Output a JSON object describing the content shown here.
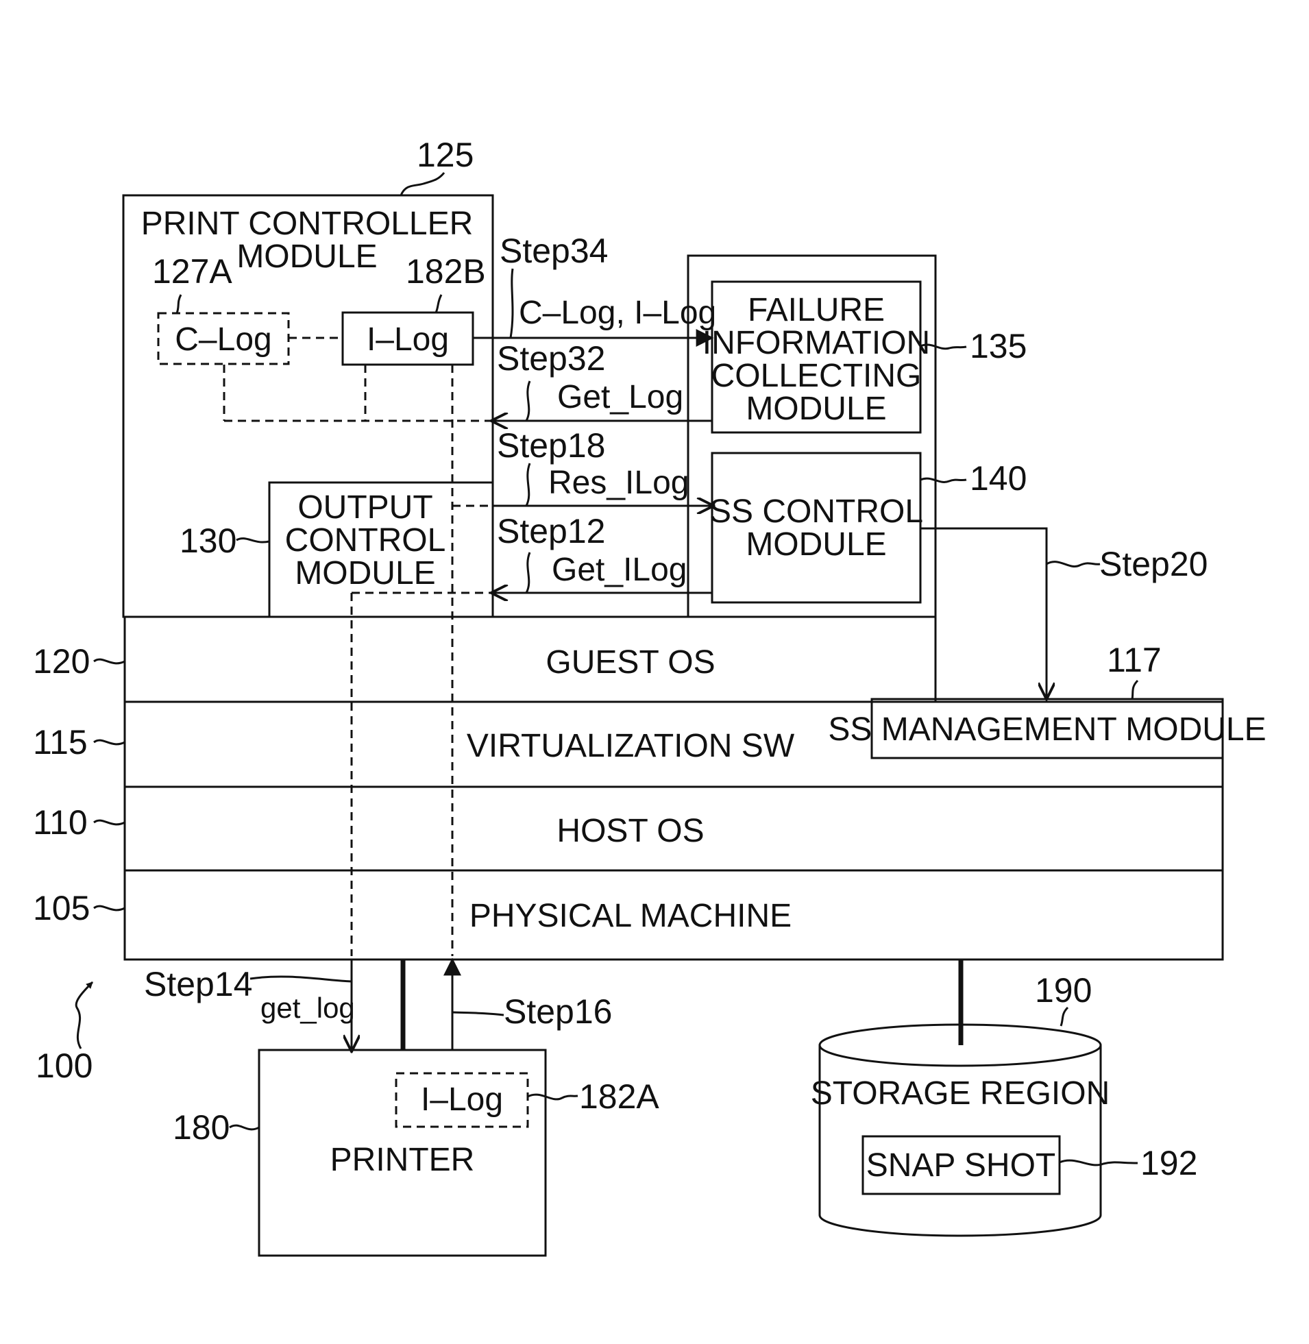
{
  "print_controller": {
    "ref": "125",
    "title_line1": "PRINT CONTROLLER",
    "title_line2": "MODULE",
    "clog_ref": "127A",
    "clog_label": "C–Log",
    "ilog_ref": "182B",
    "ilog_label": "I–Log"
  },
  "output_control": {
    "ref": "130",
    "line1": "OUTPUT",
    "line2": "CONTROL",
    "line3": "MODULE"
  },
  "failure_module": {
    "ref": "135",
    "line1": "FAILURE",
    "line2": "INFORMATION",
    "line3": "COLLECTING",
    "line4": "MODULE"
  },
  "ss_control": {
    "ref": "140",
    "line1": "SS CONTROL",
    "line2": "MODULE"
  },
  "layers": {
    "guest_os": {
      "ref": "120",
      "label": "GUEST OS"
    },
    "virtualization": {
      "ref": "115",
      "label": "VIRTUALIZATION SW"
    },
    "host_os": {
      "ref": "110",
      "label": "HOST OS"
    },
    "physical": {
      "ref": "105",
      "label": "PHYSICAL MACHINE"
    }
  },
  "ss_management": {
    "ref": "117",
    "label": "SS MANAGEMENT MODULE"
  },
  "steps": {
    "step34": "Step34",
    "step34_msg": "C–Log, I–Log",
    "step32": "Step32",
    "step32_msg": "Get_Log",
    "step18": "Step18",
    "step18_msg": "Res_ILog",
    "step12": "Step12",
    "step12_msg": "Get_ILog",
    "step20": "Step20",
    "step14": "Step14",
    "step14_msg": "get_log",
    "step16": "Step16"
  },
  "system_ref": "100",
  "printer": {
    "ref": "180",
    "label": "PRINTER",
    "ilog_ref": "182A",
    "ilog_label": "I–Log"
  },
  "storage": {
    "ref": "190",
    "label": "STORAGE REGION",
    "snapshot_ref": "192",
    "snapshot_label": "SNAP SHOT"
  }
}
